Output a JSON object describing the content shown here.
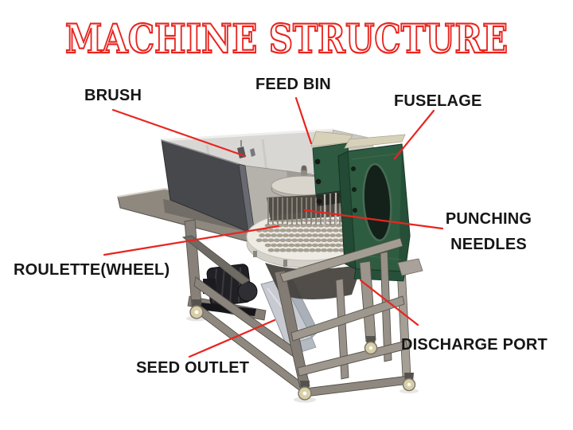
{
  "title": "MACHINE STRUCTURE",
  "labels": {
    "brush": "BRUSH",
    "feed_bin": "FEED BIN",
    "fuselage": "FUSELAGE",
    "punching_needles_line1": "PUNCHING",
    "punching_needles_line2": "NEEDLES",
    "roulette_wheel": "ROULETTE(WHEEL)",
    "discharge_port": "DISCHARGE PORT",
    "seed_outlet": "SEED OUTLET"
  },
  "colors": {
    "title_outline_red": "#e8251f",
    "leader_line_red": "#e8251f",
    "label_text": "#161616",
    "fuselage_green": "#2e5c41",
    "bin_panel_dark": "#47484c",
    "stainless_light": "#d9d7d3",
    "frame_steel": "#948e85",
    "roulette_disc": "#edebe4",
    "caster_wheel": "#d8cfa8",
    "background": "#ffffff"
  }
}
